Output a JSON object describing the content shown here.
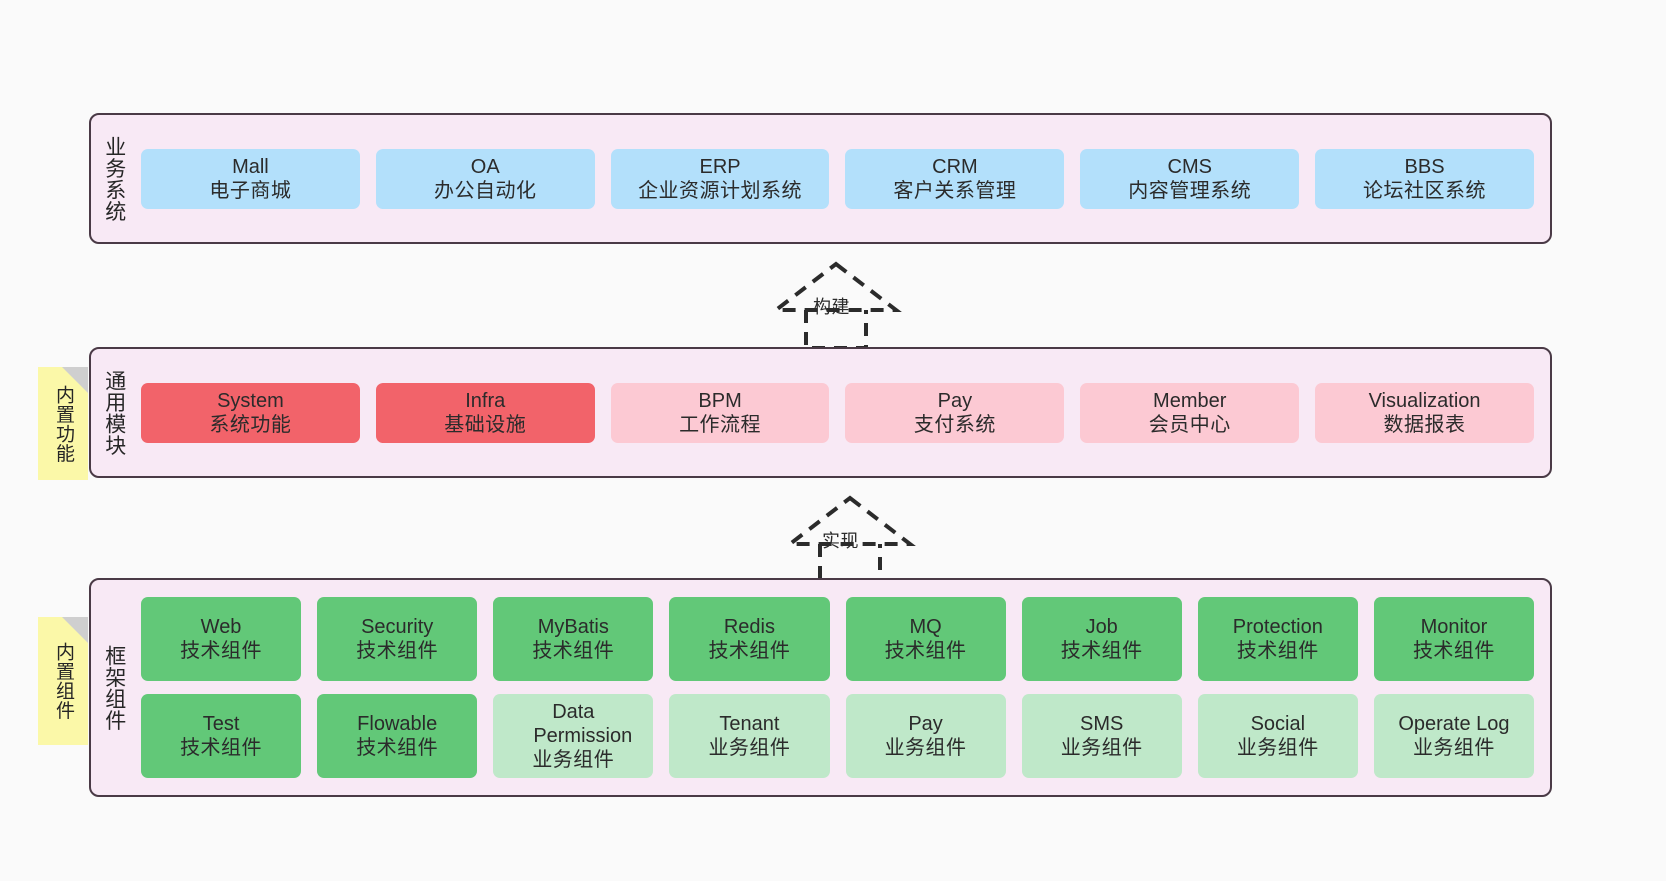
{
  "diagram": {
    "background_color": "#fafafa",
    "panel_fill": "#f8e9f5",
    "panel_border": "#4a3a46",
    "note_fill": "#fbf8a8"
  },
  "layers": [
    {
      "id": "business",
      "title": "业务系统",
      "note": null,
      "rows": [
        {
          "cells": [
            {
              "en": "Mall",
              "cn": "电子商城",
              "color": "#b3e0fb",
              "style": "c-blue"
            },
            {
              "en": "OA",
              "cn": "办公自动化",
              "color": "#b3e0fb",
              "style": "c-blue"
            },
            {
              "en": "ERP",
              "cn": "企业资源计划系统",
              "color": "#b3e0fb",
              "style": "c-blue"
            },
            {
              "en": "CRM",
              "cn": "客户关系管理",
              "color": "#b3e0fb",
              "style": "c-blue"
            },
            {
              "en": "CMS",
              "cn": "内容管理系统",
              "color": "#b3e0fb",
              "style": "c-blue"
            },
            {
              "en": "BBS",
              "cn": "论坛社区系统",
              "color": "#b3e0fb",
              "style": "c-blue"
            }
          ]
        }
      ]
    },
    {
      "id": "common-module",
      "title": "通用模块",
      "note": "内置功能",
      "rows": [
        {
          "cells": [
            {
              "en": "System",
              "cn": "系统功能",
              "color": "#f2636a",
              "style": "c-red"
            },
            {
              "en": "Infra",
              "cn": "基础设施",
              "color": "#f2636a",
              "style": "c-red"
            },
            {
              "en": "BPM",
              "cn": "工作流程",
              "color": "#fcc9d3",
              "style": "c-pink"
            },
            {
              "en": "Pay",
              "cn": "支付系统",
              "color": "#fcc9d3",
              "style": "c-pink"
            },
            {
              "en": "Member",
              "cn": "会员中心",
              "color": "#fcc9d3",
              "style": "c-pink"
            },
            {
              "en": "Visualization",
              "cn": "数据报表",
              "color": "#fcc9d3",
              "style": "c-pink"
            }
          ]
        }
      ]
    },
    {
      "id": "framework",
      "title": "框架组件",
      "note": "内置组件",
      "rows": [
        {
          "cells": [
            {
              "en": "Web",
              "cn": "技术组件",
              "color": "#62c878",
              "style": "c-green"
            },
            {
              "en": "Security",
              "cn": "技术组件",
              "color": "#62c878",
              "style": "c-green"
            },
            {
              "en": "MyBatis",
              "cn": "技术组件",
              "color": "#62c878",
              "style": "c-green"
            },
            {
              "en": "Redis",
              "cn": "技术组件",
              "color": "#62c878",
              "style": "c-green"
            },
            {
              "en": "MQ",
              "cn": "技术组件",
              "color": "#62c878",
              "style": "c-green"
            },
            {
              "en": "Job",
              "cn": "技术组件",
              "color": "#62c878",
              "style": "c-green"
            },
            {
              "en": "Protection",
              "cn": "技术组件",
              "color": "#62c878",
              "style": "c-green"
            },
            {
              "en": "Monitor",
              "cn": "技术组件",
              "color": "#62c878",
              "style": "c-green"
            }
          ]
        },
        {
          "cells": [
            {
              "en": "Test",
              "cn": "技术组件",
              "color": "#62c878",
              "style": "c-green"
            },
            {
              "en": "Flowable",
              "cn": "技术组件",
              "color": "#62c878",
              "style": "c-green"
            },
            {
              "en": "Data Permission",
              "cn": "业务组件",
              "color": "#bfe8c9",
              "style": "c-lightgreen"
            },
            {
              "en": "Tenant",
              "cn": "业务组件",
              "color": "#bfe8c9",
              "style": "c-lightgreen"
            },
            {
              "en": "Pay",
              "cn": "业务组件",
              "color": "#bfe8c9",
              "style": "c-lightgreen"
            },
            {
              "en": "SMS",
              "cn": "业务组件",
              "color": "#bfe8c9",
              "style": "c-lightgreen"
            },
            {
              "en": "Social",
              "cn": "业务组件",
              "color": "#bfe8c9",
              "style": "c-lightgreen"
            },
            {
              "en": "Operate Log",
              "cn": "业务组件",
              "color": "#bfe8c9",
              "style": "c-lightgreen"
            }
          ]
        }
      ]
    }
  ],
  "connectors": [
    {
      "id": "build",
      "label": "构建",
      "from": "common-module",
      "to": "business"
    },
    {
      "id": "implement",
      "label": "实现",
      "from": "framework",
      "to": "common-module"
    }
  ]
}
